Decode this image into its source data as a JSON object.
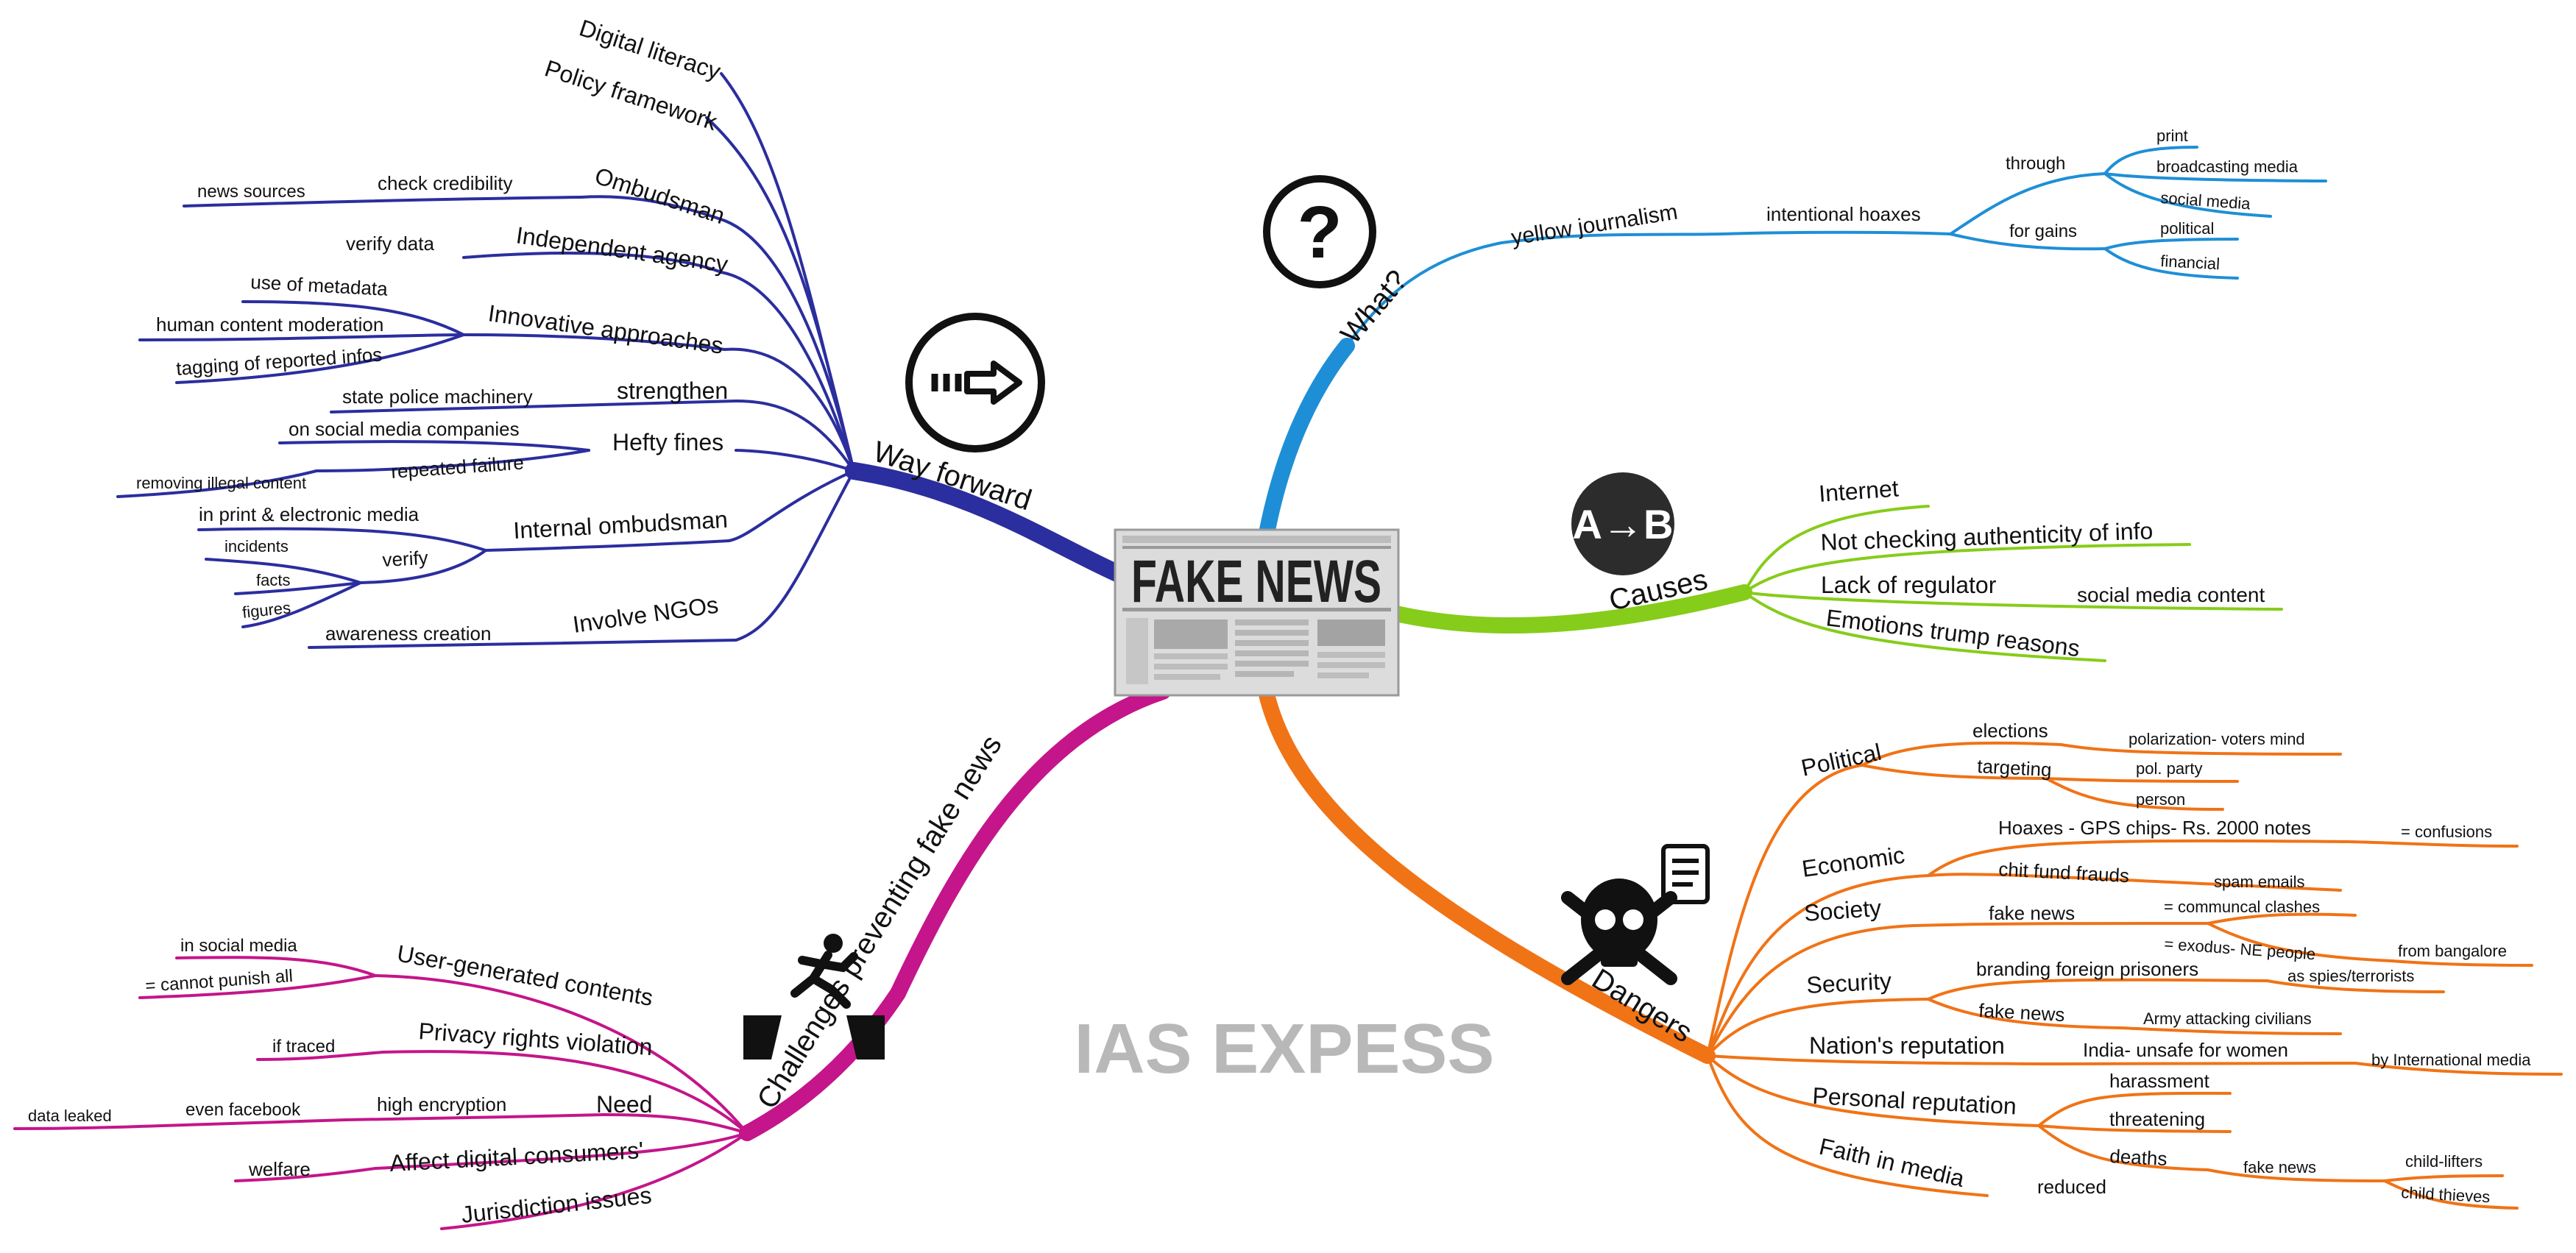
{
  "central": {
    "title": "FAKE NEWS"
  },
  "watermark": "IAS EXPESS",
  "colors": {
    "what": "#1e8fd6",
    "causes": "#86cc1a",
    "dangers": "#f07316",
    "challenges": "#c4158a",
    "way_forward": "#2b2e9e"
  },
  "branches": {
    "what": {
      "label": "What?",
      "icon": "question-mark-icon",
      "n1": "yellow journalism",
      "n2": "intentional hoaxes",
      "through": "through",
      "for_gains": "for gains",
      "print": "print",
      "broadcasting": "broadcasting media",
      "social": "social media",
      "political": "political",
      "financial": "financial"
    },
    "causes": {
      "label": "Causes",
      "icon": "a-to-b-icon",
      "internet": "Internet",
      "not_checking": "Not checking authenticity of info",
      "lack": "Lack of regulator",
      "social_content": "social media content",
      "emotions": "Emotions trump reasons"
    },
    "dangers": {
      "label": "Dangers",
      "icon": "skull-crossbones-icon",
      "political": "Political",
      "elections": "elections",
      "polarization": "polarization- voters mind",
      "targeting": "targeting",
      "pol_party": "pol. party",
      "person": "person",
      "economic": "Economic",
      "hoaxes": "Hoaxes - GPS chips- Rs. 2000 notes",
      "confusions": "= confusions",
      "chit": "chit fund frauds",
      "spam": "spam emails",
      "society": "Society",
      "fake_news_1": "fake news",
      "communal": "= communcal clashes",
      "exodus": "= exodus- NE people",
      "bangalore": "from bangalore",
      "security": "Security",
      "branding": "branding foreign prisoners",
      "spies": "as spies/terrorists",
      "fake_news_2": "fake news",
      "army": "Army attacking civilians",
      "nations": "Nation's reputation",
      "india": "India- unsafe for women",
      "intl_media": "by International media",
      "personal": "Personal reputation",
      "harassment": "harassment",
      "threatening": "threatening",
      "deaths": "deaths",
      "fake_news_3": "fake news",
      "child_lifters": "child-lifters",
      "child_thieves": "child thieves",
      "faith": "Faith in media",
      "reduced": "reduced"
    },
    "challenges": {
      "label": "Challenges preventing fake news",
      "icon": "gap-jump-icon",
      "user_gen": "User-generated contents",
      "in_social": "in social media",
      "cannot_punish": "= cannot punish all",
      "privacy": "Privacy rights violation",
      "if_traced": "if traced",
      "need": "Need",
      "high_enc": "high encryption",
      "even_fb": "even facebook",
      "data_leaked": "data leaked",
      "affect": "Affect digital consumers'",
      "welfare": "welfare",
      "jurisdiction": "Jurisdiction issues"
    },
    "way_forward": {
      "label": "Way forward",
      "icon": "forward-arrow-icon",
      "digital": "Digital literacy",
      "policy": "Policy framework",
      "ombudsman": "Ombudsman",
      "check_cred": "check credibility",
      "news_sources": "news sources",
      "independent": "Independent agency",
      "verify_data": "verify data",
      "innovative": "Innovative approaches",
      "metadata": "use of metadata",
      "human": "human content moderation",
      "tagging": "tagging of reported infos",
      "strengthen": "strengthen",
      "state_police": "state police machinery",
      "hefty": "Hefty fines",
      "on_social": "on social media companies",
      "repeated": "repeated failure",
      "removing": "removing illegal content",
      "internal": "Internal ombudsman",
      "in_print": "in print & electronic media",
      "verify": "verify",
      "incidents": "incidents",
      "facts": "facts",
      "figures": "figures",
      "involve": "Involve NGOs",
      "awareness": "awareness creation"
    }
  }
}
